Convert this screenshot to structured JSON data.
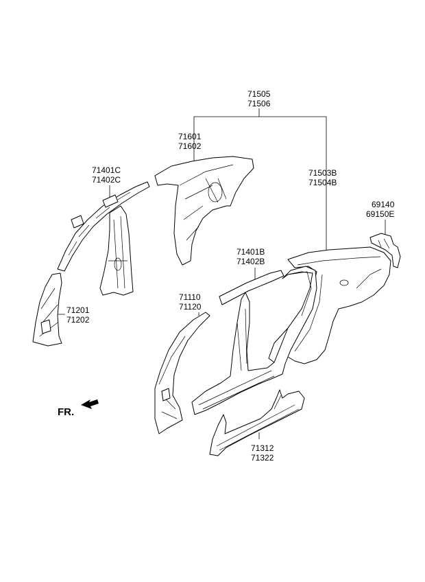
{
  "labels": {
    "p71505": "71505",
    "p71506": "71506",
    "p71601": "71601",
    "p71602": "71602",
    "p71401c": "71401C",
    "p71402c": "71402C",
    "p71503b": "71503B",
    "p71504b": "71504B",
    "p69140": "69140",
    "p69150e": "69150E",
    "p71401b": "71401B",
    "p71402b": "71402B",
    "p71110": "71110",
    "p71120": "71120",
    "p71201": "71201",
    "p71202": "71202",
    "p71312": "71312",
    "p71322": "71322",
    "fr": "FR."
  }
}
